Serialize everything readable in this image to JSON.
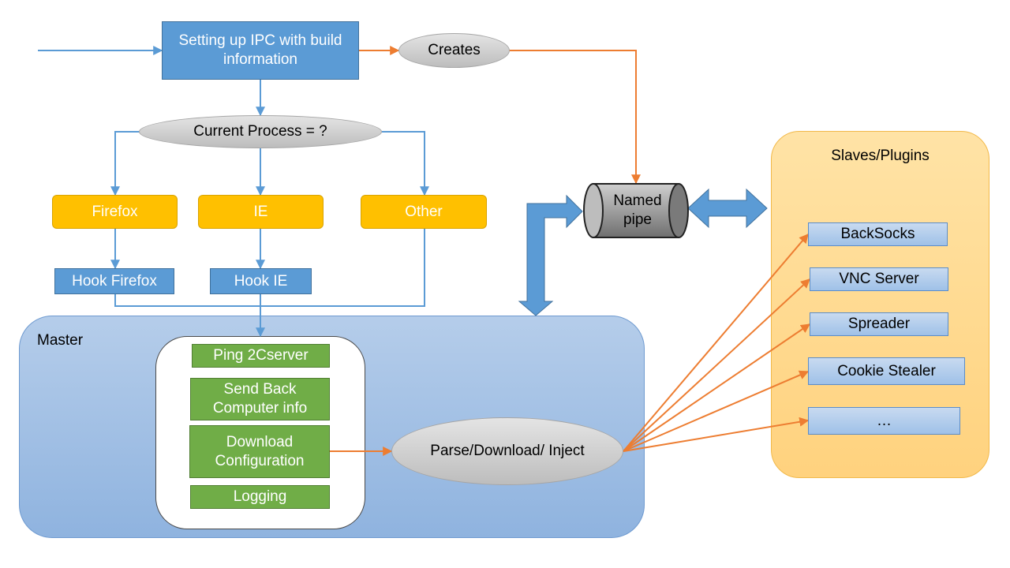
{
  "setup_box": "Setting up IPC with build information",
  "creates_label": "Creates",
  "decision": "Current Process = ?",
  "branches": {
    "firefox": "Firefox",
    "ie": "IE",
    "other": "Other"
  },
  "hooks": {
    "firefox": "Hook Firefox",
    "ie": "Hook IE"
  },
  "named_pipe": "Named pipe",
  "slaves": {
    "title": "Slaves/Plugins",
    "items": [
      "BackSocks",
      "VNC Server",
      "Spreader",
      "Cookie Stealer",
      "…"
    ]
  },
  "master": {
    "title": "Master",
    "tasks": [
      "Ping 2Cserver",
      "Send Back Computer info",
      "Download Configuration",
      "Logging"
    ],
    "parse": "Parse/Download/ Inject"
  },
  "colors": {
    "blue": "#5b9bd5",
    "orange_box": "#ffc000",
    "green": "#70ad47",
    "orange_arrow": "#ed7d31",
    "connector_blue": "#5b9bd5"
  }
}
